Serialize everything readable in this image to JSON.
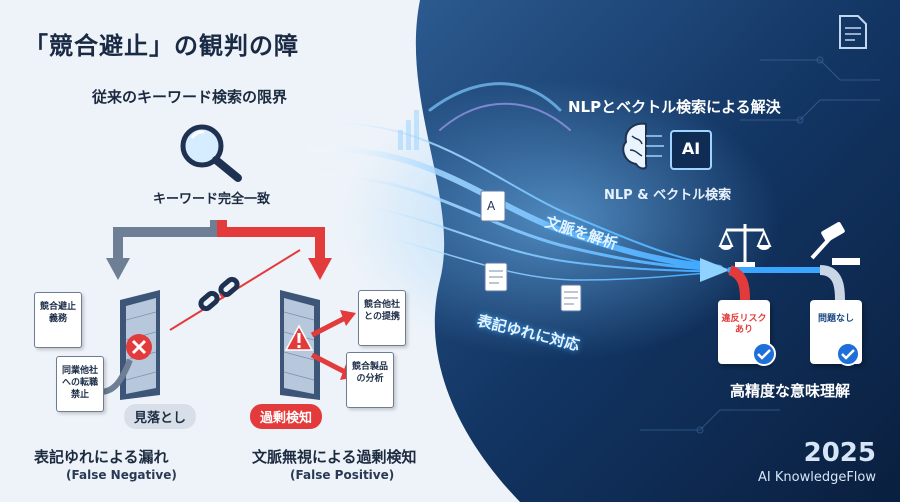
{
  "title": "「競合避止」の観判の障",
  "left": {
    "header": "従来のキーワード検索の限界",
    "keyword_label": "キーワード完全一致",
    "docs": {
      "doc1": "競合避止\n義務",
      "doc2": "同業他社\nへの転職\n禁止",
      "doc3": "競合他社\nとの提携",
      "doc4": "競合製品\nの分析"
    },
    "missed_badge": "見落とし",
    "over_badge": "過剰検知",
    "caption_left": "表記ゆれによる漏れ",
    "caption_left_en": "(False Negative)",
    "caption_right": "文脈無視による過剰検知",
    "caption_right_en": "(False Positive)"
  },
  "right": {
    "header": "NLPとベクトル検索による解決",
    "ai_chip": "AI",
    "nlp_label": "NLP & ベクトル検索",
    "flow_context": "文脈を解析",
    "flow_variant": "表記ゆれに対応",
    "card_violation": "違反リスク\nあり",
    "card_ok": "問題なし",
    "result": "高精度な意味理解"
  },
  "footer": {
    "year": "2025",
    "brand": "AI KnowledgeFlow"
  },
  "colors": {
    "navy": "#0c2447",
    "accent_blue": "#3aa6ff",
    "alert_red": "#e33b3b",
    "gray_arrow": "#6e7e94"
  },
  "icons": [
    "magnifier-icon",
    "broken-link-icon",
    "cross-mark-icon",
    "warning-icon",
    "brain-icon",
    "scales-icon",
    "gavel-icon",
    "document-icon",
    "check-icon"
  ]
}
